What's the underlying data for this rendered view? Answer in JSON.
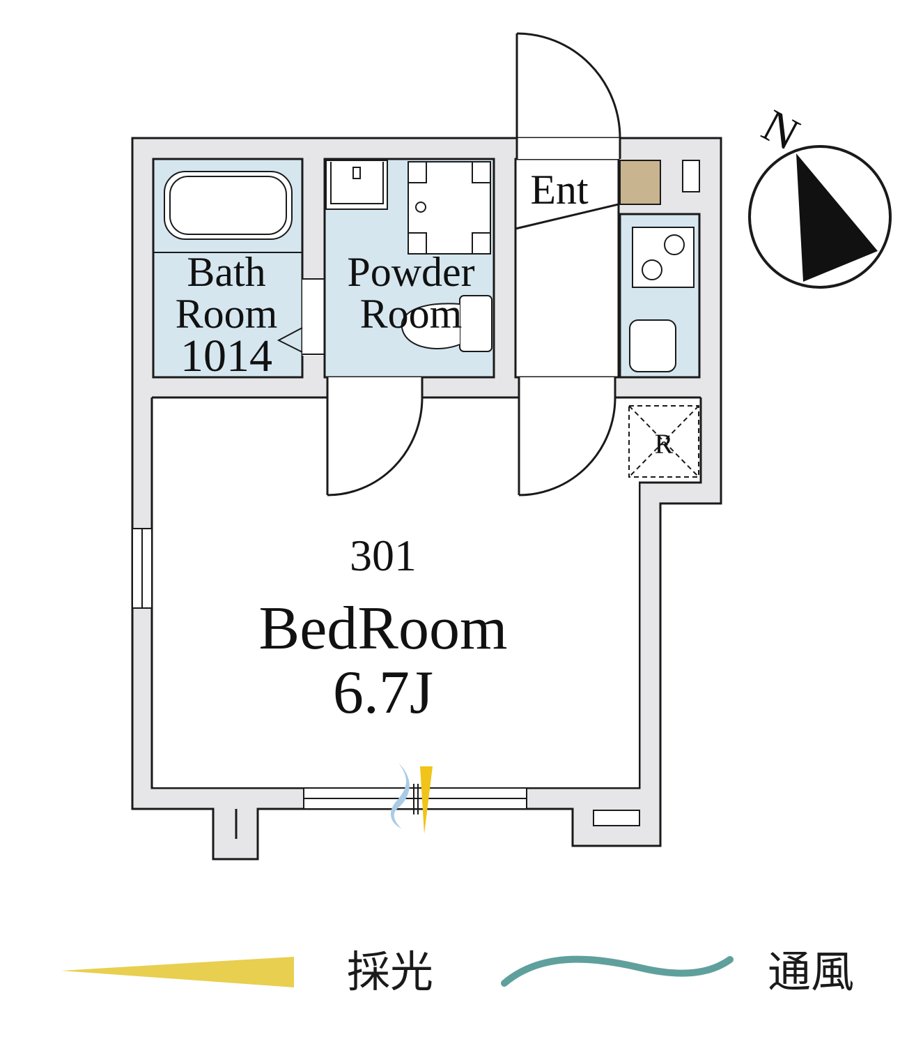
{
  "rooms": {
    "entrance": "Ent",
    "bath": {
      "line1": "Bath",
      "line2": "Room",
      "line3": "1014"
    },
    "powder": {
      "line1": "Powder",
      "line2": "Room"
    },
    "refrigerator": "R",
    "bedroom": {
      "unit": "301",
      "name": "BedRoom",
      "size": "6.7J"
    }
  },
  "compass": {
    "north": "N"
  },
  "legend": {
    "light": {
      "label": "採光",
      "color": "#e8cf4f"
    },
    "wind": {
      "label": "通風",
      "color": "#5fa09c"
    }
  },
  "colors": {
    "wet_area": "#d5e6ef",
    "wall": "#e6e6e8",
    "shoe_box": "#c8b48e",
    "airflow_marker": "#a9cbe6",
    "light_marker": "#f0c419"
  }
}
